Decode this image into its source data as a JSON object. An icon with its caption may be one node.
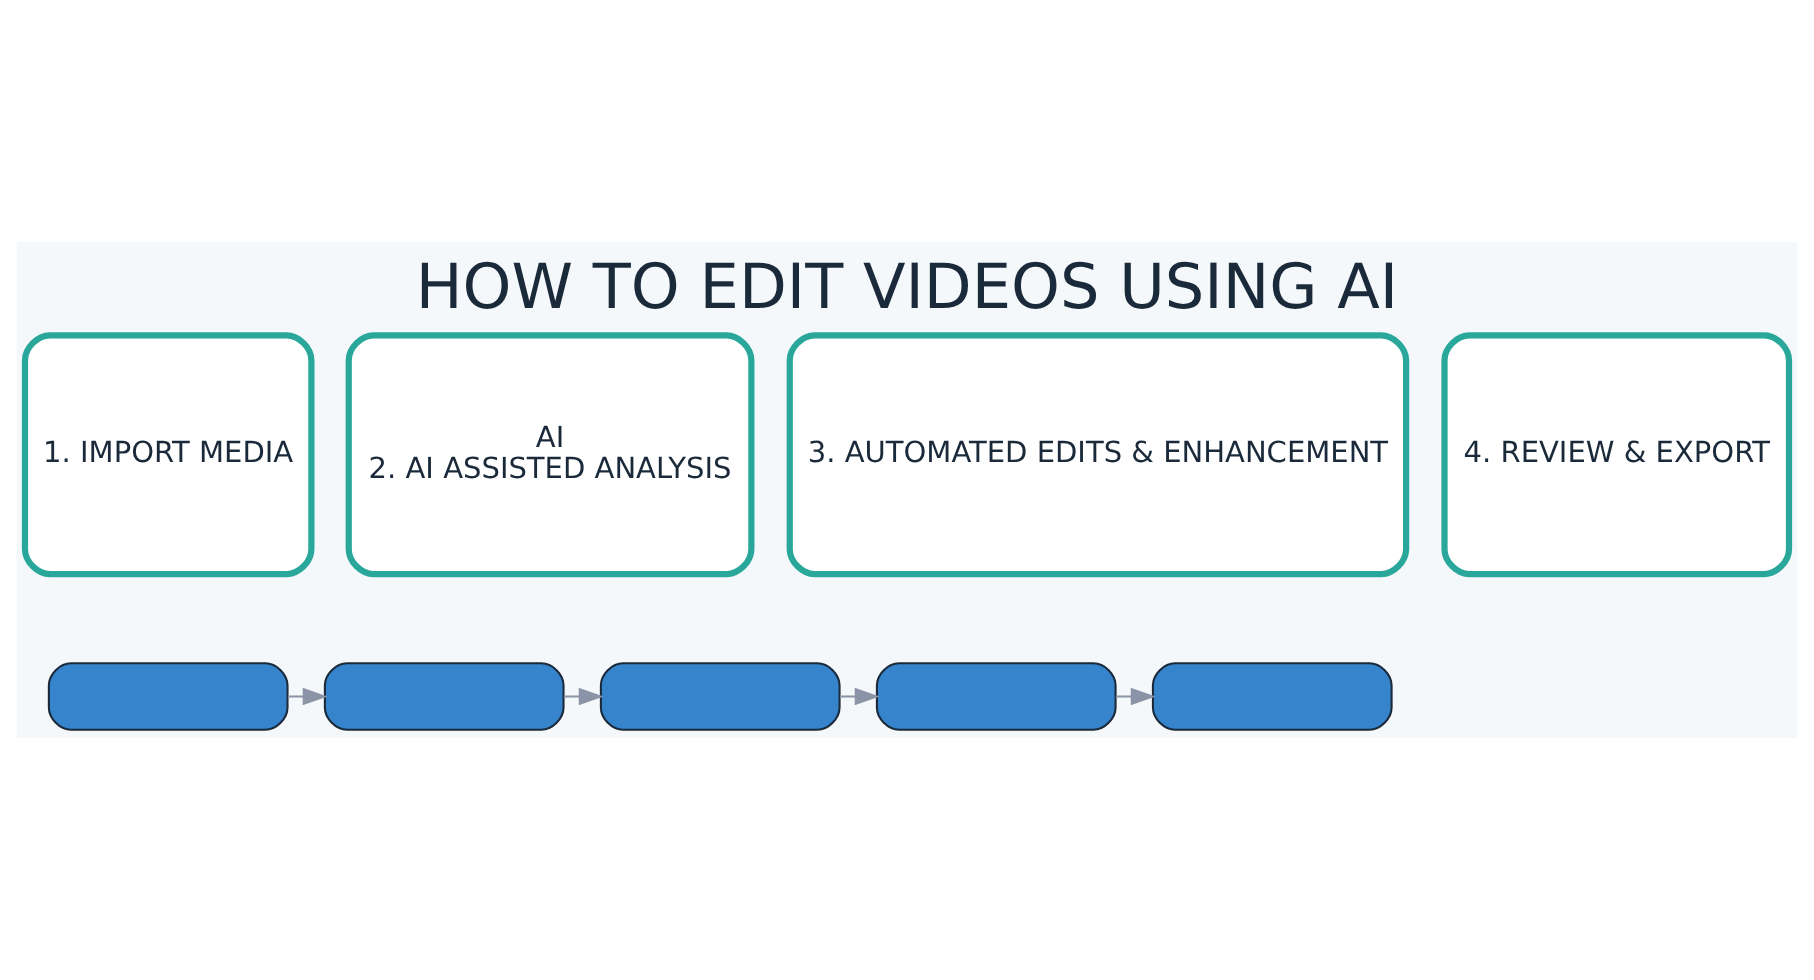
{
  "diagram": {
    "title": "HOW TO EDIT VIDEOS USING AI",
    "nodes": [
      {
        "text": [
          "1. IMPORT MEDIA"
        ]
      },
      {
        "text": [
          "AI",
          "2. AI ASSISTED ANALYSIS"
        ]
      },
      {
        "text": [
          "3. AUTOMATED EDITS & ENHANCEMENT"
        ]
      },
      {
        "text": [
          "4. REVIEW & EXPORT"
        ]
      },
      {
        "text": [],
        "shape": "bar"
      },
      {
        "text": [],
        "shape": "bar"
      },
      {
        "text": [],
        "shape": "bar"
      },
      {
        "text": [],
        "shape": "bar"
      },
      {
        "text": [],
        "shape": "bar"
      }
    ],
    "edges": [
      {
        "from": 4,
        "to": 5,
        "arrow": "to"
      },
      {
        "from": 5,
        "to": 6,
        "arrow": "to"
      },
      {
        "from": 6,
        "to": 7,
        "arrow": "to"
      },
      {
        "from": 7,
        "to": 8,
        "arrow": "to"
      }
    ]
  }
}
